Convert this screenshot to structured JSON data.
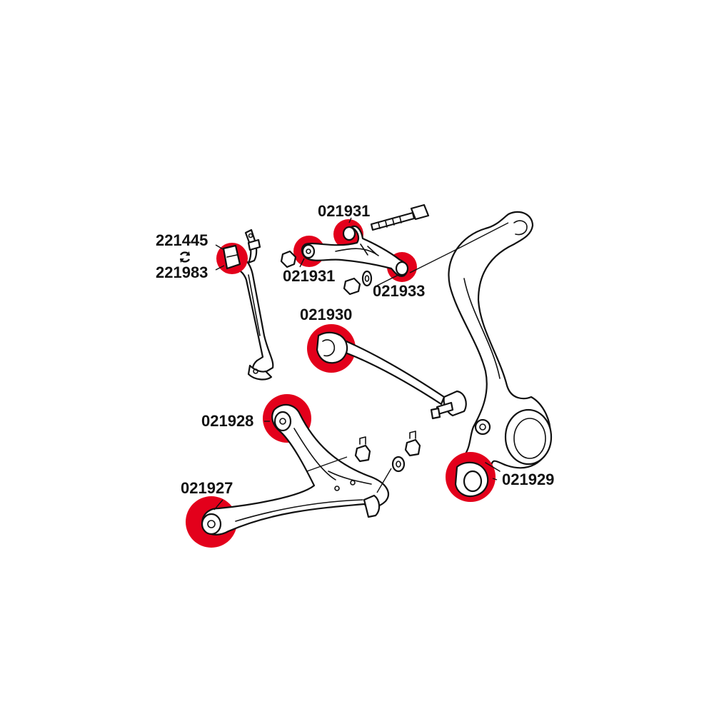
{
  "colors": {
    "bushing_highlight": "#e3001b",
    "line": "#111111",
    "background": "#ffffff"
  },
  "labels": {
    "swaybar_top": "221445",
    "swaybar_bottom": "221983",
    "upper_arm_top": "021931",
    "upper_arm_left": "021931",
    "upper_arm_right": "021933",
    "tension_strut": "021930",
    "lower_arm_upper": "021928",
    "lower_arm_lower": "021927",
    "knuckle": "021929"
  },
  "icons": {
    "swap_symbol": "swap-arrows-icon"
  }
}
